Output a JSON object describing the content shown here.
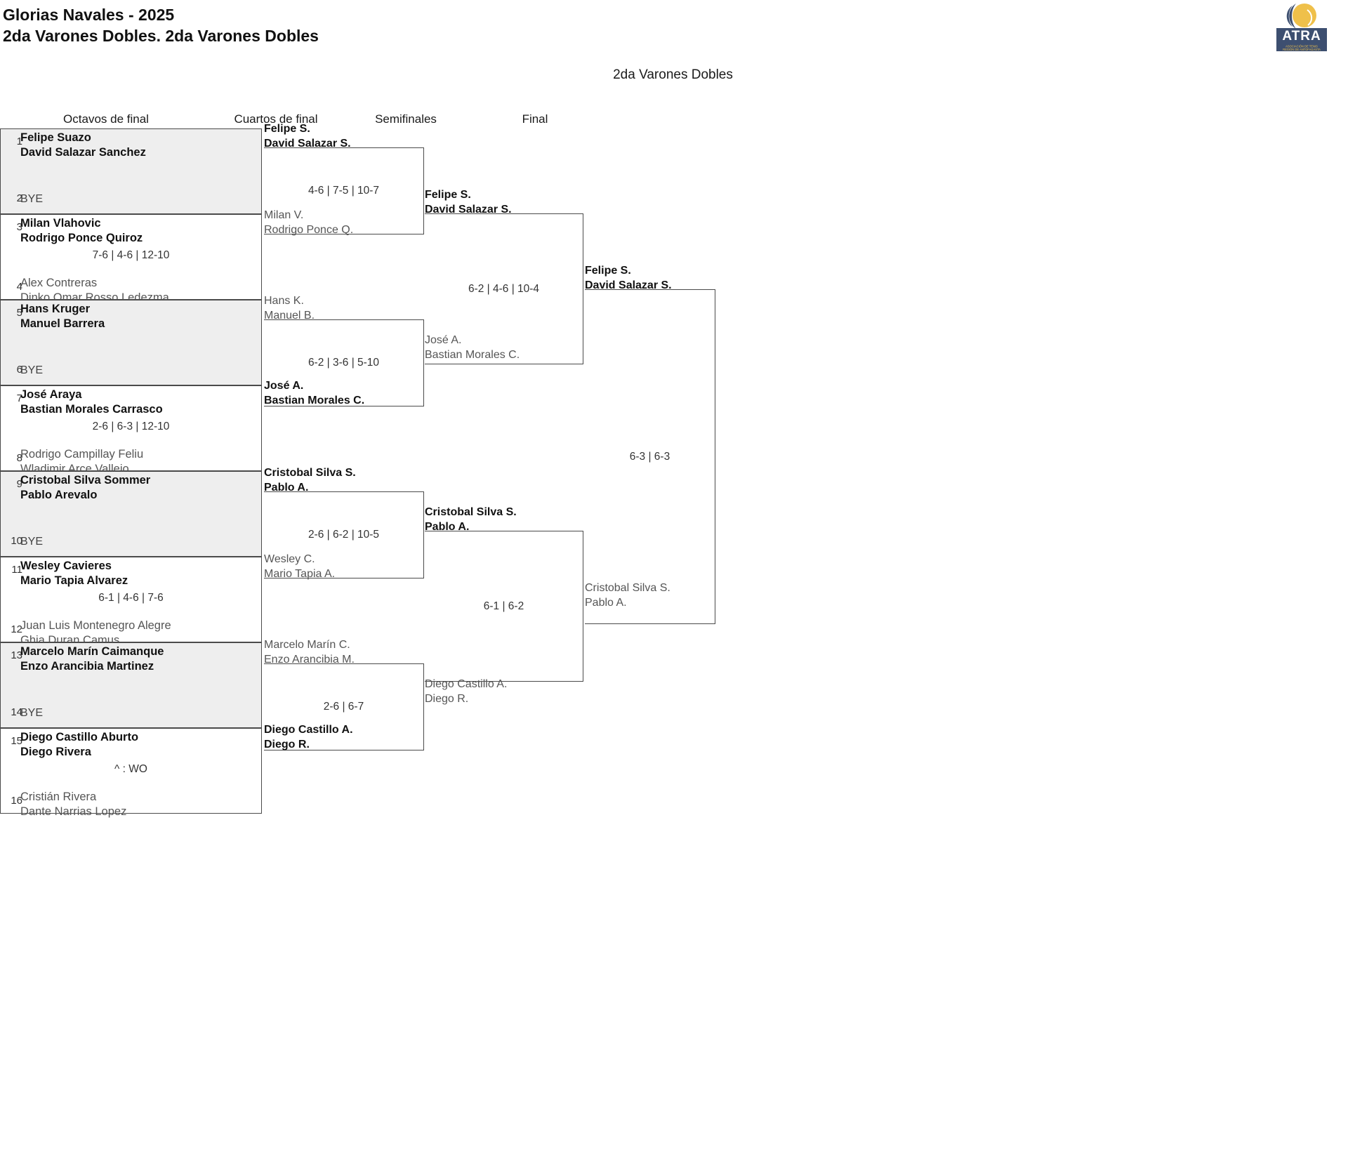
{
  "header": {
    "title_line1": "Glorias Navales - 2025",
    "title_line2": "2da Varones Dobles. 2da Varones Dobles",
    "logo": {
      "name": "atra-logo",
      "acronym": "ATRA",
      "line1": "ASOCIACIÓN DE TENIS",
      "line2": "REGIÓN DE ANTOFAGASTA",
      "color_navy": "#3d4f70",
      "color_gold": "#efc04a"
    }
  },
  "draw": {
    "title": "2da Varones Dobles"
  },
  "rounds": [
    {
      "label": "Octavos de final"
    },
    {
      "label": "Cuartos de final"
    },
    {
      "label": "Semifinales"
    },
    {
      "label": "Final"
    }
  ],
  "round1": {
    "matches": [
      {
        "top": {
          "seed": "1",
          "name": "Felipe Suazo\nDavid Salazar Sanchez",
          "winner": true
        },
        "bottom": {
          "seed": "2",
          "name": "BYE",
          "winner": false,
          "bye": true
        },
        "score": ""
      },
      {
        "top": {
          "seed": "3",
          "name": "Milan Vlahovic\nRodrigo Ponce Quiroz",
          "winner": true
        },
        "bottom": {
          "seed": "4",
          "name": "Alex Contreras\nDinko Omar Rosso Ledezma",
          "winner": false
        },
        "score": "7-6 | 4-6 | 12-10"
      },
      {
        "top": {
          "seed": "5",
          "name": "Hans Kruger\nManuel Barrera",
          "winner": true
        },
        "bottom": {
          "seed": "6",
          "name": "BYE",
          "winner": false,
          "bye": true
        },
        "score": ""
      },
      {
        "top": {
          "seed": "7",
          "name": "José Araya\nBastian Morales Carrasco",
          "winner": true
        },
        "bottom": {
          "seed": "8",
          "name": "Rodrigo Campillay Feliu\nWladimir Arce Vallejo",
          "winner": false
        },
        "score": "2-6 | 6-3 | 12-10"
      },
      {
        "top": {
          "seed": "9",
          "name": "Cristobal Silva Sommer\nPablo Arevalo",
          "winner": true
        },
        "bottom": {
          "seed": "10",
          "name": "BYE",
          "winner": false,
          "bye": true
        },
        "score": ""
      },
      {
        "top": {
          "seed": "11",
          "name": "Wesley Cavieres\nMario Tapia Alvarez",
          "winner": true
        },
        "bottom": {
          "seed": "12",
          "name": "Juan Luis Montenegro Alegre\nGhia Duran Camus",
          "winner": false
        },
        "score": "6-1 | 4-6 | 7-6"
      },
      {
        "top": {
          "seed": "13",
          "name": "Marcelo Marín Caimanque\nEnzo Arancibia Martinez",
          "winner": true
        },
        "bottom": {
          "seed": "14",
          "name": "BYE",
          "winner": false,
          "bye": true
        },
        "score": ""
      },
      {
        "top": {
          "seed": "15",
          "name": "Diego Castillo Aburto\nDiego Rivera",
          "winner": true
        },
        "bottom": {
          "seed": "16",
          "name": "Cristián Rivera\nDante Narrias Lopez",
          "winner": false
        },
        "score": "^ : WO"
      }
    ]
  },
  "round2": {
    "matches": [
      {
        "top": {
          "name": "Felipe S.\nDavid Salazar S.",
          "winner": true
        },
        "bottom": {
          "name": "Milan V.\nRodrigo Ponce Q.",
          "winner": false
        },
        "score": "4-6 | 7-5 | 10-7"
      },
      {
        "top": {
          "name": "Hans K.\nManuel B.",
          "winner": false
        },
        "bottom": {
          "name": "José A.\nBastian Morales C.",
          "winner": true
        },
        "score": "6-2 | 3-6 | 5-10"
      },
      {
        "top": {
          "name": "Cristobal Silva S.\nPablo A.",
          "winner": true
        },
        "bottom": {
          "name": "Wesley C.\nMario Tapia A.",
          "winner": false
        },
        "score": "2-6 | 6-2 | 10-5"
      },
      {
        "top": {
          "name": "Marcelo Marín C.\nEnzo Arancibia M.",
          "winner": false
        },
        "bottom": {
          "name": "Diego Castillo A.\nDiego R.",
          "winner": true
        },
        "score": "2-6 | 6-7"
      }
    ]
  },
  "round3": {
    "matches": [
      {
        "top": {
          "name": "Felipe S.\nDavid Salazar S.",
          "winner": true
        },
        "bottom": {
          "name": "José A.\nBastian Morales C.",
          "winner": false
        },
        "score": "6-2 | 4-6 | 10-4"
      },
      {
        "top": {
          "name": "Cristobal Silva S.\nPablo A.",
          "winner": true
        },
        "bottom": {
          "name": "Diego Castillo A.\nDiego R.",
          "winner": false
        },
        "score": "6-1 | 6-2"
      }
    ]
  },
  "round4": {
    "matches": [
      {
        "top": {
          "name": "Felipe S.\nDavid Salazar S.",
          "winner": true
        },
        "bottom": {
          "name": "Cristobal Silva S.\nPablo A.",
          "winner": false
        },
        "score": "6-3 | 6-3"
      }
    ]
  }
}
